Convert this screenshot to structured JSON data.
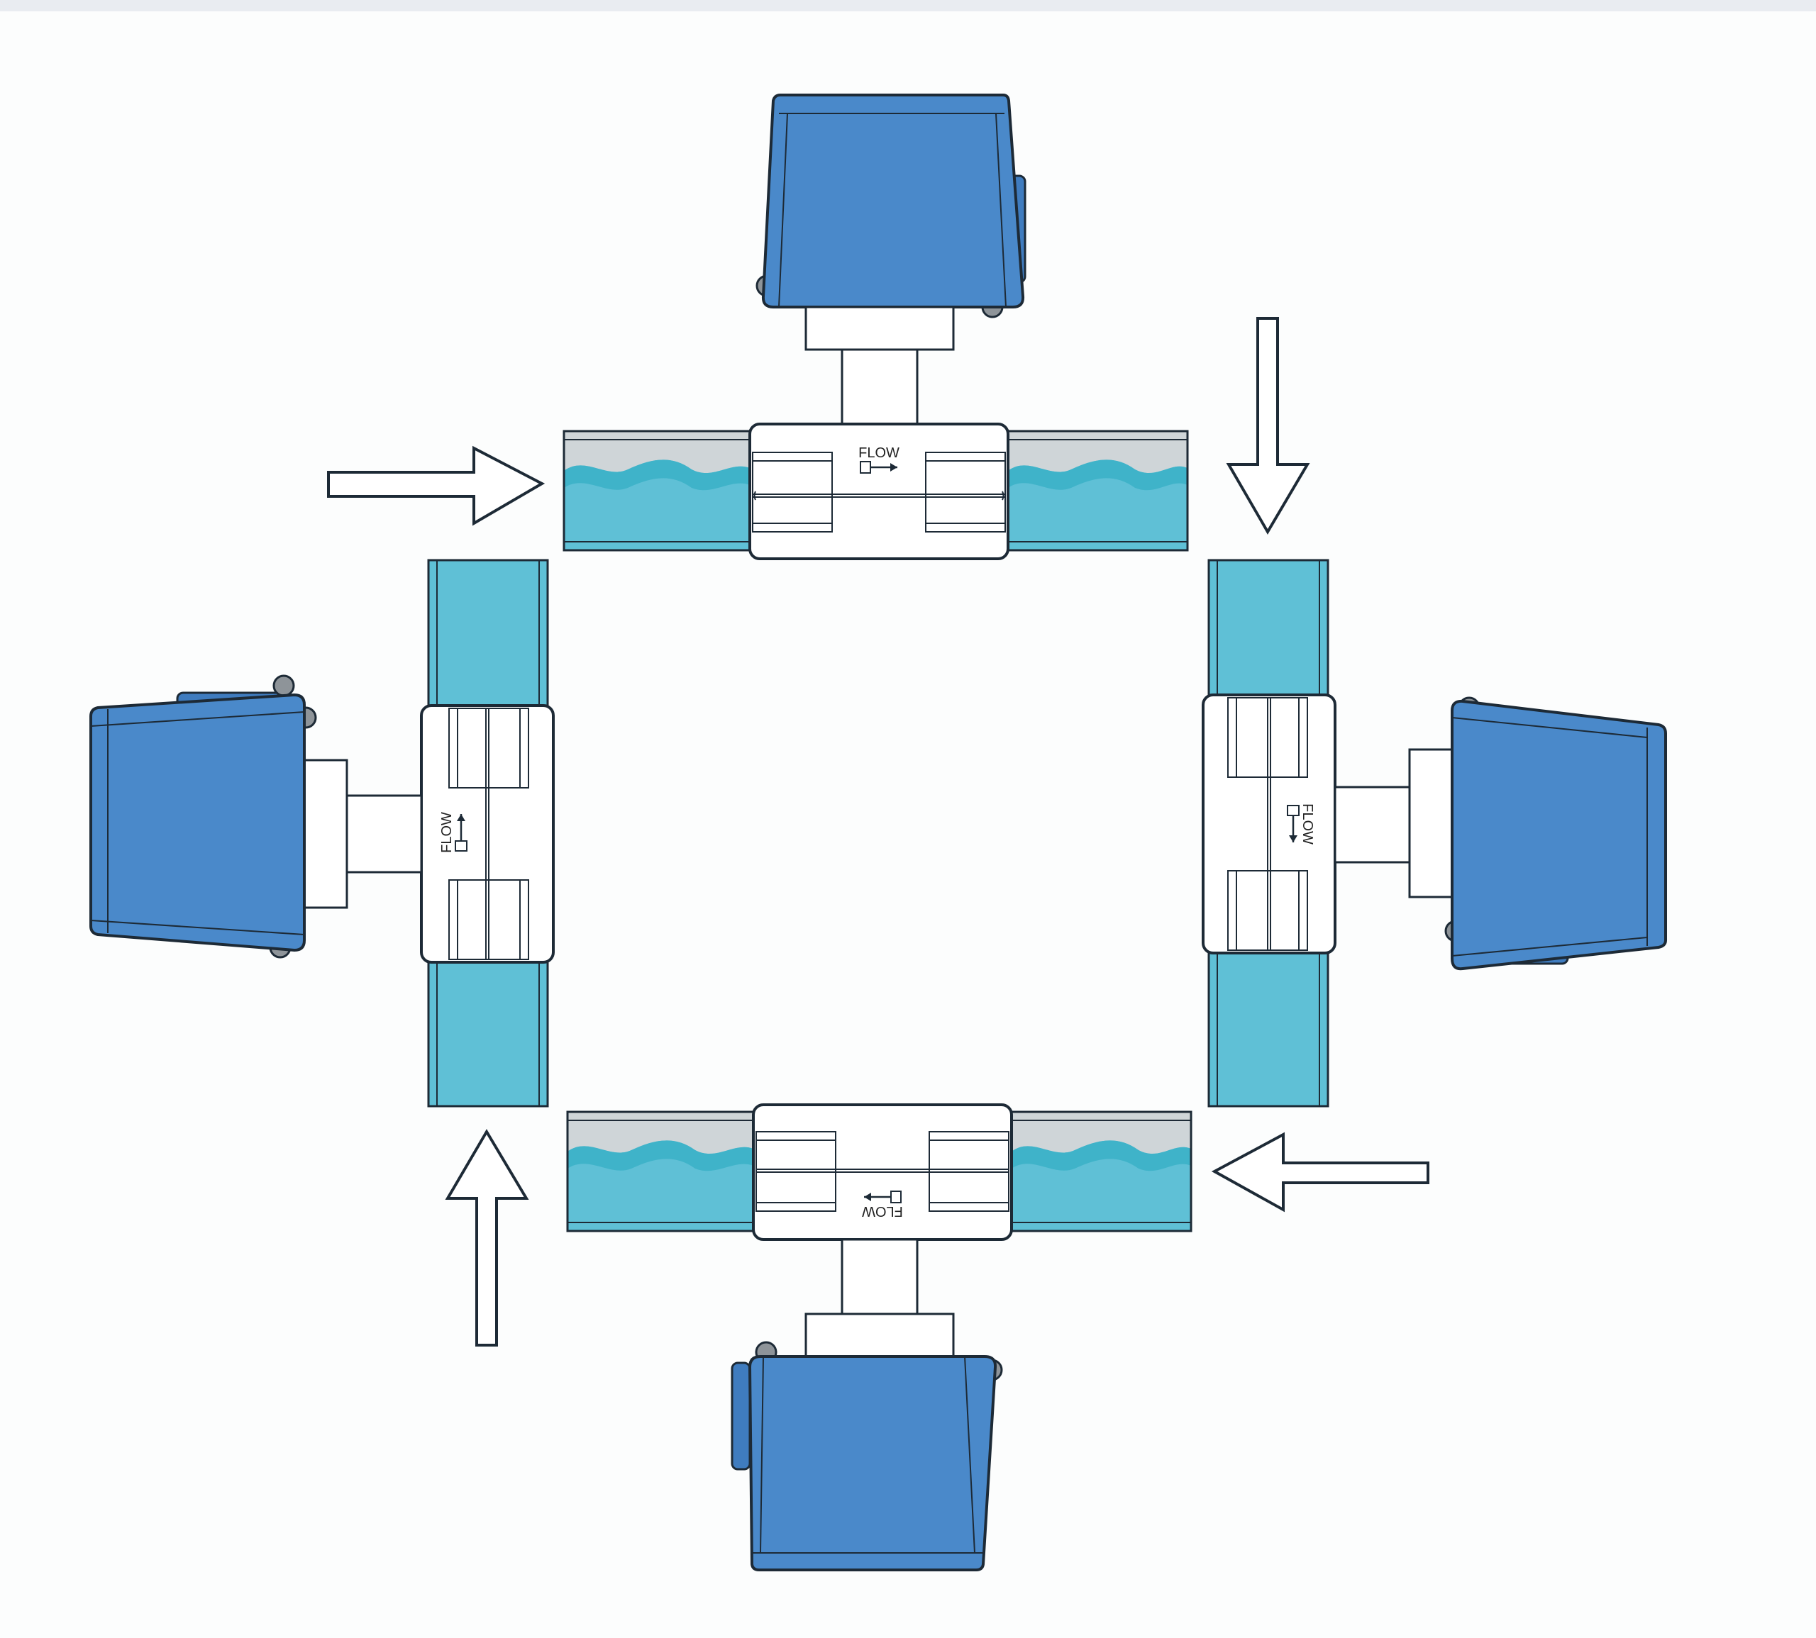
{
  "diagram": {
    "flow_label": "FLOW",
    "colors": {
      "background": "#fcfdfd",
      "top_strip": "#e9ecf1",
      "switch_housing": "#4a89ca",
      "housing_shade": "#3f7cbf",
      "water": "#5fc0d6",
      "water_wave": "#3fb3c9",
      "pipe_air": "#cfd5d8",
      "fitting": "#ffffff",
      "outline": "#1d2a36"
    },
    "icons": {
      "flow_direction": "flow-arrow-icon",
      "inlet_arrow": "hollow-arrow-icon"
    },
    "orientations": [
      {
        "id": "top",
        "pipe": "horizontal",
        "switch_side": "above",
        "inlet_arrow_points": "right"
      },
      {
        "id": "right",
        "pipe": "vertical",
        "switch_side": "right",
        "inlet_arrow_points": "down"
      },
      {
        "id": "bottom",
        "pipe": "horizontal",
        "switch_side": "below",
        "inlet_arrow_points": "left"
      },
      {
        "id": "left",
        "pipe": "vertical",
        "switch_side": "left",
        "inlet_arrow_points": "up"
      }
    ]
  }
}
